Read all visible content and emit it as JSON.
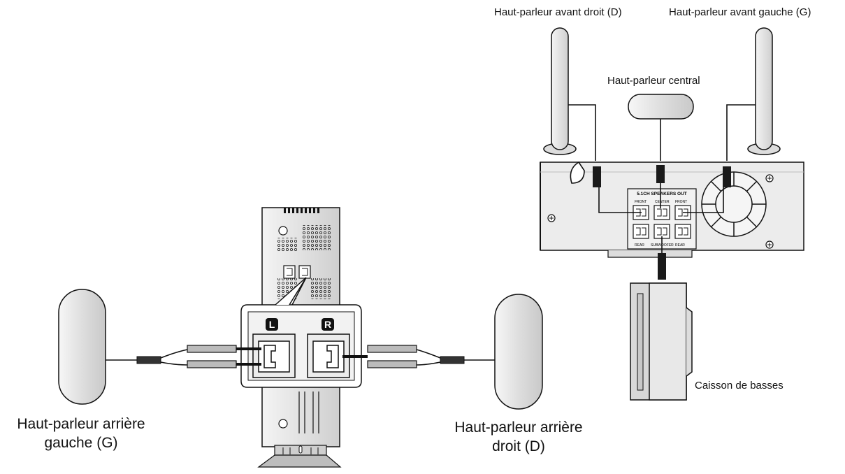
{
  "labels": {
    "front_right": "Haut-parleur avant droit (D)",
    "front_left": "Haut-parleur avant gauche (G)",
    "center": "Haut-parleur central",
    "subwoofer": "Caisson de basses",
    "rear_left_line1": "Haut-parleur arrière",
    "rear_left_line2": "gauche (G)",
    "rear_right_line1": "Haut-parleur arrière",
    "rear_right_line2": "droit (D)"
  },
  "panel": {
    "title": "5.1CH SPEAKERS OUT",
    "front_l": "FRONT",
    "center": "CENTER",
    "front_r": "FRONT",
    "rear_l": "REAR",
    "subwoofer": "SUBWOOFER",
    "rear_r": "REAR"
  },
  "badges": {
    "left": "L",
    "right": "R"
  },
  "colors": {
    "line": "#111111",
    "speaker_fill": "#ececec",
    "body_fill": "#e4e4e4",
    "dark_connector": "#1a1a1a"
  }
}
